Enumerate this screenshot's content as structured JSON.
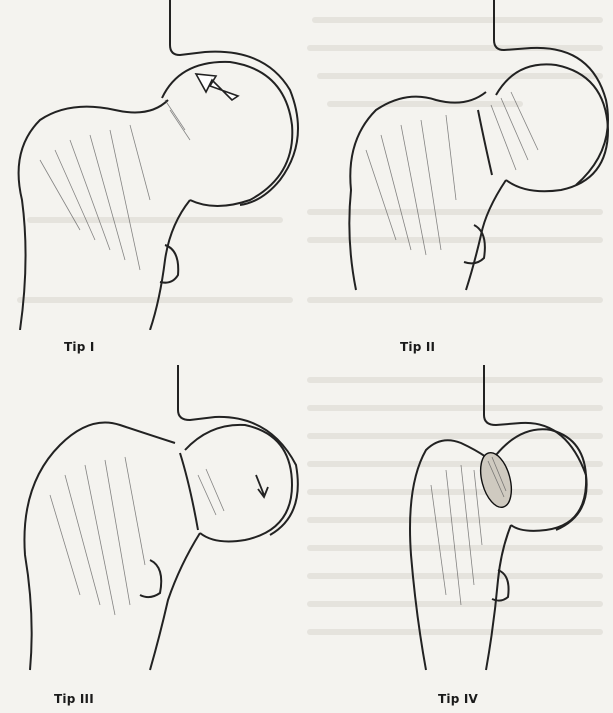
{
  "figure": {
    "panels": [
      {
        "id": "tip-1",
        "caption": "Tip  I"
      },
      {
        "id": "tip-2",
        "caption": "Tip II"
      },
      {
        "id": "tip-3",
        "caption": "Tip III"
      },
      {
        "id": "tip-4",
        "caption": "Tip IV"
      }
    ]
  }
}
